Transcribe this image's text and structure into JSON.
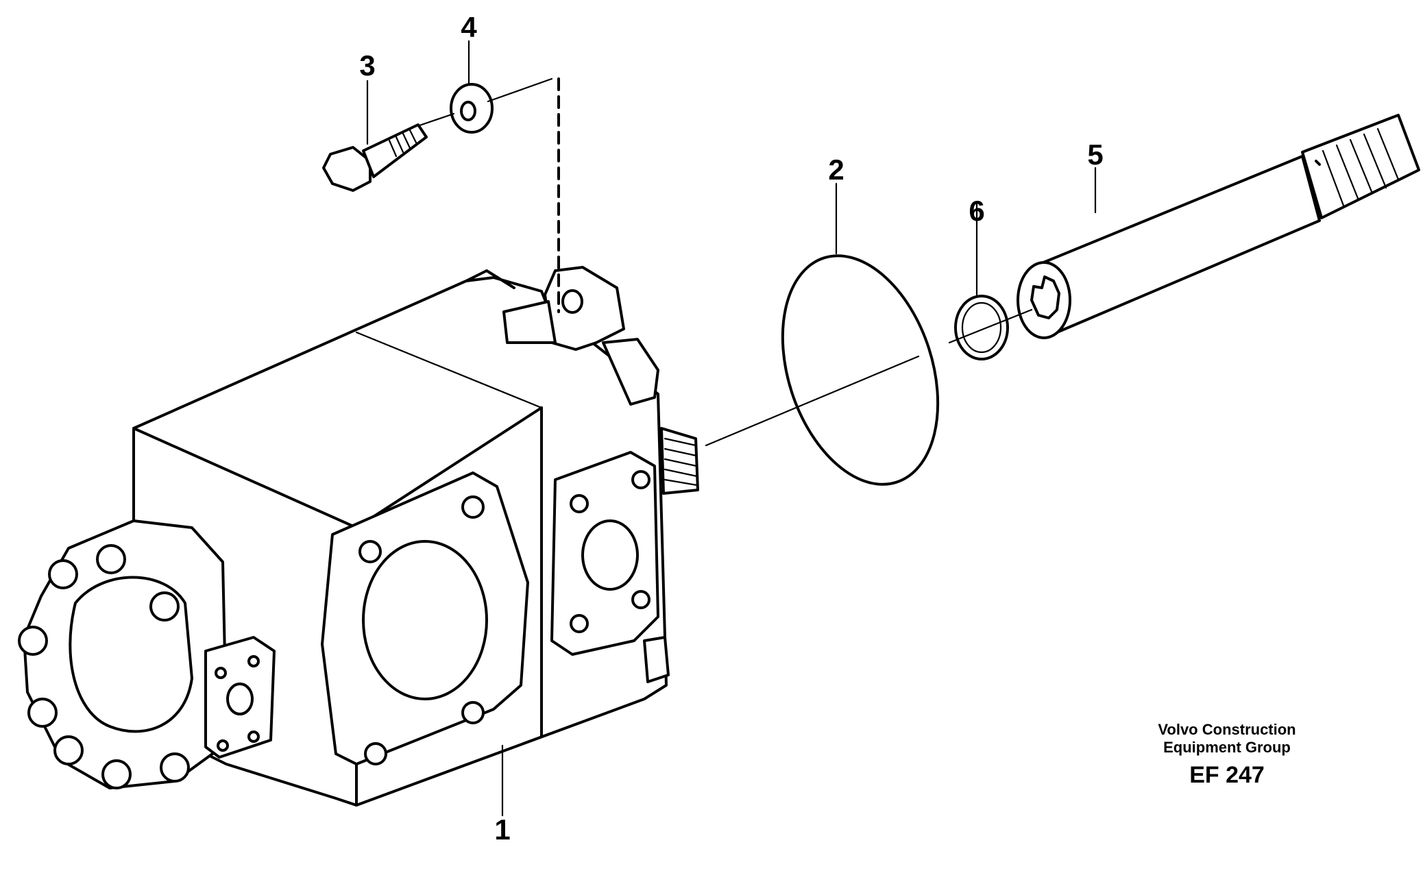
{
  "callouts": {
    "c1": "1",
    "c2": "2",
    "c3": "3",
    "c4": "4",
    "c5": "5",
    "c6": "6"
  },
  "credit": {
    "line1": "Volvo Construction",
    "line2": "Equipment Group",
    "figure_code": "EF 247"
  }
}
